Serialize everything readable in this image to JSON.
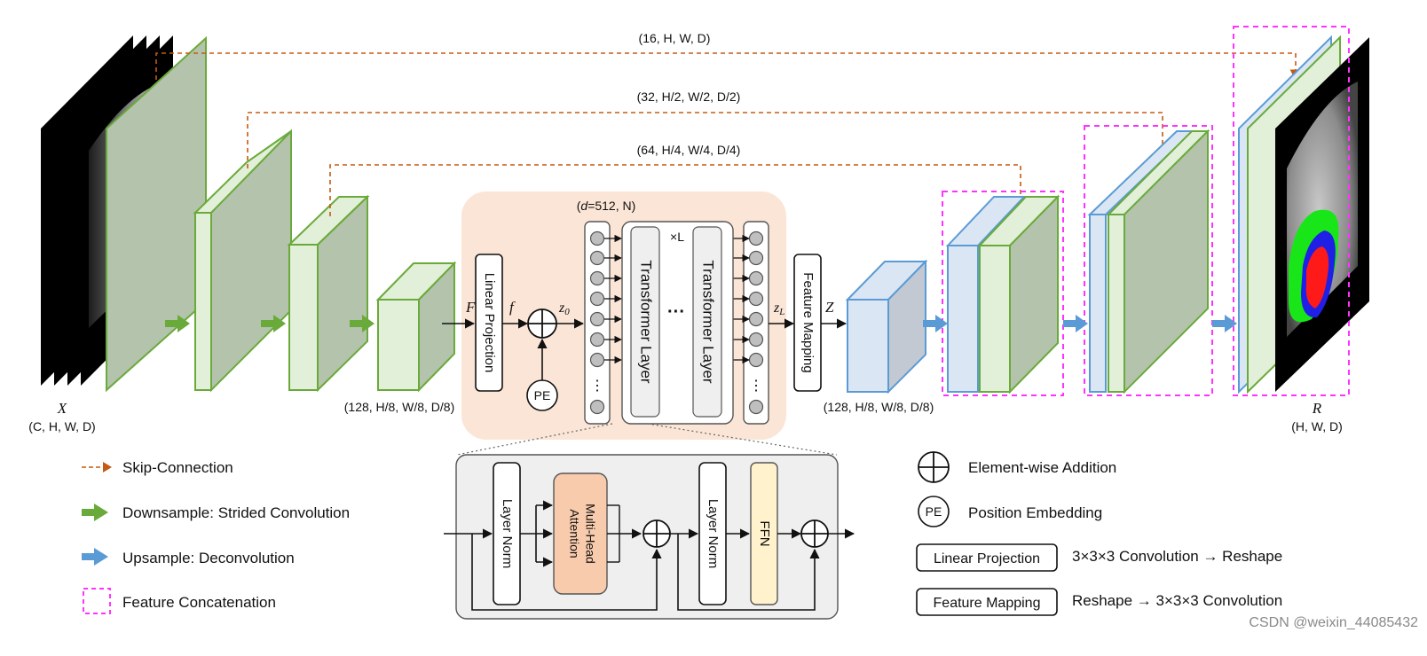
{
  "input": {
    "symbol": "X",
    "shape": "(C, H, W, D)"
  },
  "output": {
    "symbol": "R",
    "shape": "(H, W, D)"
  },
  "skips": [
    {
      "label": "(16, H, W, D)"
    },
    {
      "label": "(32, H/2, W/2, D/2)"
    },
    {
      "label": "(64, H/4, W/4, D/4)"
    }
  ],
  "encoder_out_shape": "(128, H/8, W/8, D/8)",
  "decoder_in_shape": "(128, H/8, W/8, D/8)",
  "tokens_label_prefix": "d",
  "tokens_label_suffix": "=512, N)",
  "tokens_label_open": "(",
  "symbols": {
    "F": "F",
    "f": "f",
    "z0": "z",
    "z0_sub": "0",
    "zL": "z",
    "zL_sub": "L",
    "Z": "Z"
  },
  "blocks": {
    "linear_projection": "Linear Projection",
    "feature_mapping": "Feature Mapping",
    "transformer_layer": "Transformer Layer",
    "repeat": "×L",
    "ellipsis": "···",
    "pe": "PE"
  },
  "detail": {
    "layer_norm_1": "Layer Norm",
    "mha_line1": "Multi-Head",
    "mha_line2": "Attention",
    "layer_norm_2": "Layer Norm",
    "ffn": "FFN"
  },
  "legend_left": [
    {
      "label": "Skip-Connection"
    },
    {
      "label": "Downsample: Strided Convolution"
    },
    {
      "label": "Upsample: Deconvolution"
    },
    {
      "label": "Feature Concatenation"
    }
  ],
  "legend_right": {
    "addition": "Element-wise Addition",
    "pe_symbol": "PE",
    "pe_label": "Position Embedding",
    "lp_box": "Linear Projection",
    "lp_desc": "3×3×3 Convolution → Reshape",
    "fm_box": "Feature Mapping",
    "fm_desc": "Reshape → 3×3×3 Convolution"
  },
  "watermark": "CSDN @weixin_44085432",
  "colors": {
    "green_edge": "#6aaa3a",
    "green_front": "#e2efd9",
    "green_side": "#b4c3ac",
    "blue_edge": "#5b9bd5",
    "blue_front": "#dae6f3",
    "skip": "#c55a11",
    "concat": "#ff33ff",
    "peach": "#fbe5d6",
    "mha": "#f8cbad",
    "ffn": "#fff2cc",
    "detail_bg": "#efefef"
  }
}
